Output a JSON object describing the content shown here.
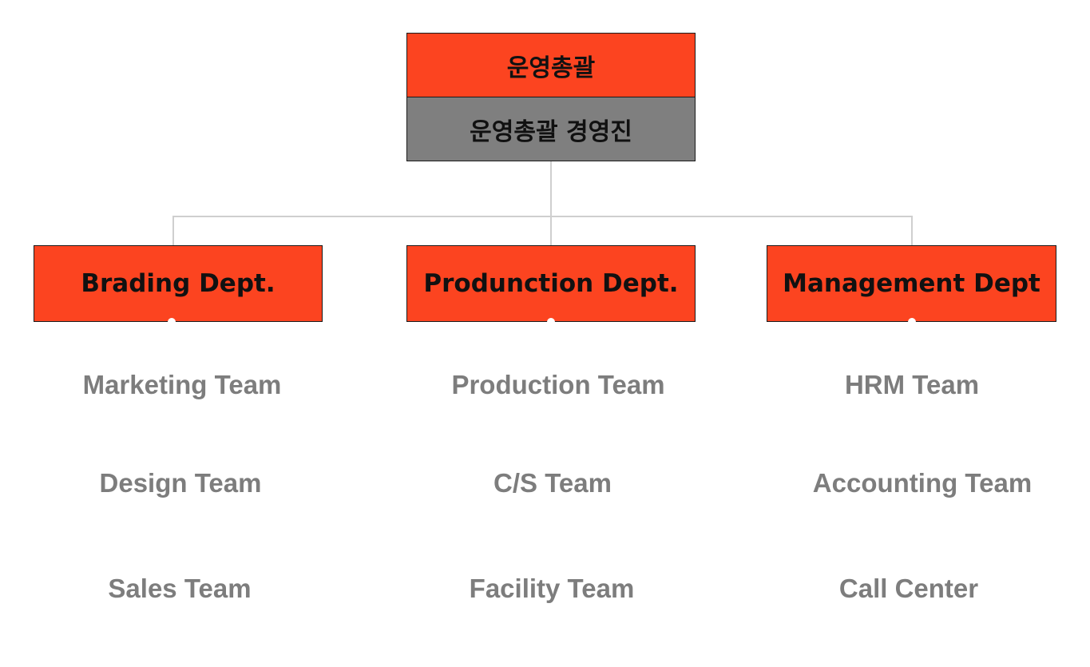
{
  "top": {
    "title": "운영총괄",
    "subtitle": "운영총괄 경영진"
  },
  "departments": [
    {
      "name": "Brading Dept.",
      "teams": [
        "Marketing Team",
        "Design Team",
        "Sales Team"
      ]
    },
    {
      "name": "Produnction Dept.",
      "teams": [
        "Production Team",
        "C/S Team",
        "Facility Team"
      ]
    },
    {
      "name": "Management Dept",
      "teams": [
        "HRM Team",
        "Accounting Team",
        "Call Center"
      ]
    }
  ],
  "colors": {
    "accent": "#fc4420",
    "executive_fill": "#7f7f7f",
    "team_text": "#7d7d7d",
    "connector": "#cfcfcf"
  }
}
